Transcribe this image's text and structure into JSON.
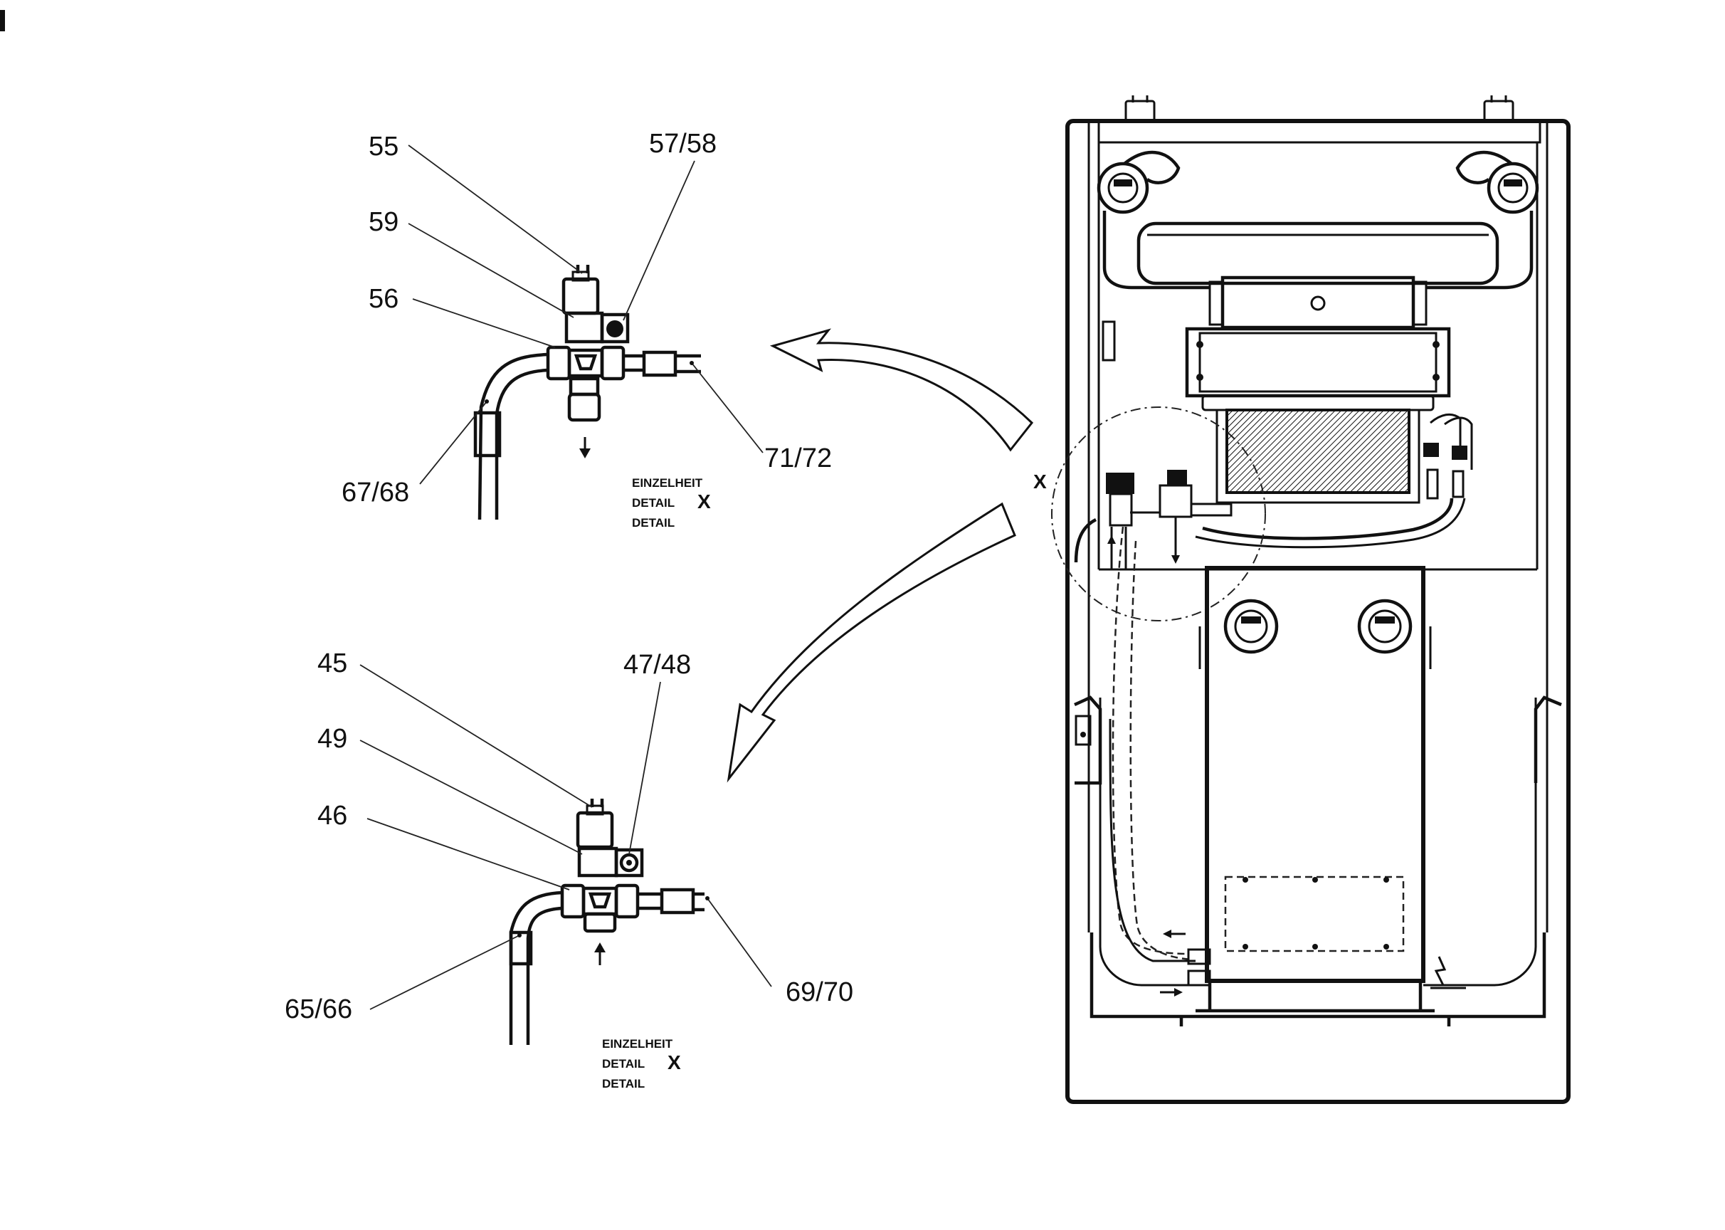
{
  "detail_top": {
    "labels": {
      "l55": "55",
      "l5758": "57/58",
      "l59": "59",
      "l56": "56",
      "l6768": "67/68",
      "l7172": "71/72"
    },
    "caption": {
      "line1": "EINZELHEIT",
      "line2": "DETAIL",
      "line3": "DETAIL",
      "mark": "X"
    }
  },
  "detail_bottom": {
    "labels": {
      "l45": "45",
      "l4748": "47/48",
      "l49": "49",
      "l46": "46",
      "l6566": "65/66",
      "l6970": "69/70"
    },
    "caption": {
      "line1": "EINZELHEIT",
      "line2": "DETAIL",
      "line3": "DETAIL",
      "mark": "X"
    }
  },
  "machine": {
    "detail_marker": "X"
  }
}
